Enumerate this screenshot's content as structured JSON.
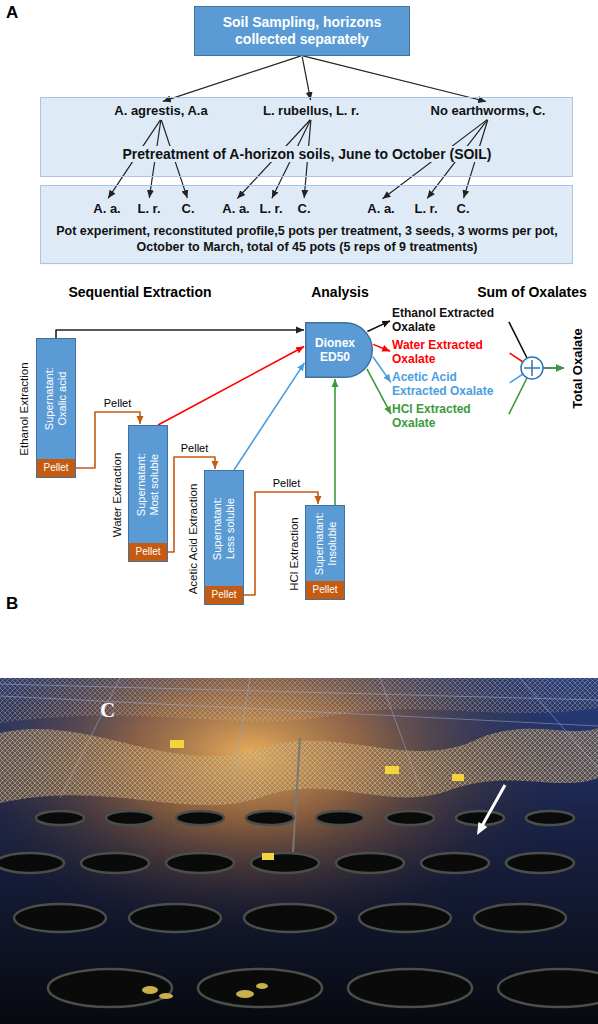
{
  "diagram": {
    "nodes": [
      {
        "text": [
          "Soil Sampling, horizons collected separately"
        ]
      },
      {
        "text": [
          "Pretreatment of A-horizon soils, June to October (SOIL)"
        ]
      },
      {
        "text": [
          "A. agrestis, A.a"
        ],
        "in": 1
      },
      {
        "text": [
          "L. rubellus, L. r."
        ],
        "in": 1
      },
      {
        "text": [
          "No earthworms, C."
        ],
        "in": 1
      },
      {
        "text": [
          "Pot experiment, reconstituted profile,5 pots per treatment, 3 seeds, 3 worms per pot, October to March, total of 45 pots (5 reps of 9 treatments)"
        ]
      },
      {
        "text": [
          "A. a."
        ],
        "in": 5
      },
      {
        "text": [
          "L. r."
        ],
        "in": 5
      },
      {
        "text": [
          "C."
        ],
        "in": 5
      },
      {
        "text": [
          "A. a."
        ],
        "in": 5
      },
      {
        "text": [
          "L. r."
        ],
        "in": 5
      },
      {
        "text": [
          "C."
        ],
        "in": 5
      },
      {
        "text": [
          "A. a."
        ],
        "in": 5
      },
      {
        "text": [
          "L. r."
        ],
        "in": 5
      },
      {
        "text": [
          "C."
        ],
        "in": 5
      },
      {
        "text": [
          "Ethanol Extraction",
          "Supernatant: Oxalic acid"
        ]
      },
      {
        "text": [
          "Pellet"
        ],
        "in": 15
      },
      {
        "text": [
          "Water Extraction",
          "Supernatant: Most soluble"
        ]
      },
      {
        "text": [
          "Pellet"
        ],
        "in": 17
      },
      {
        "text": [
          "Acetic Acid Extraction",
          "Supernatant: Less soluble"
        ]
      },
      {
        "text": [
          "Pellet"
        ],
        "in": 19
      },
      {
        "text": [
          "HCl Extraction",
          "Supernatant: Insoluble"
        ]
      },
      {
        "text": [
          "Pellet"
        ],
        "in": 21
      },
      {
        "text": [
          "Dionex ED50"
        ]
      },
      {
        "text": [
          "Ethanol Extracted Oxalate"
        ]
      },
      {
        "text": [
          "Water Extracted Oxalate"
        ]
      },
      {
        "text": [
          "Acetic Acid Extracted Oxalate"
        ]
      },
      {
        "text": [
          "HCl Extracted Oxalate"
        ]
      },
      {
        "text": [
          "Total Oxalate"
        ]
      }
    ],
    "edges": [
      {
        "from": 0,
        "to": 2,
        "arrow": "to"
      },
      {
        "from": 0,
        "to": 3,
        "arrow": "to"
      },
      {
        "from": 0,
        "to": 4,
        "arrow": "to"
      },
      {
        "from": 2,
        "to": 6,
        "arrow": "to"
      },
      {
        "from": 2,
        "to": 7,
        "arrow": "to"
      },
      {
        "from": 2,
        "to": 8,
        "arrow": "to"
      },
      {
        "from": 3,
        "to": 9,
        "arrow": "to"
      },
      {
        "from": 3,
        "to": 10,
        "arrow": "to"
      },
      {
        "from": 3,
        "to": 11,
        "arrow": "to"
      },
      {
        "from": 4,
        "to": 12,
        "arrow": "to"
      },
      {
        "from": 4,
        "to": 13,
        "arrow": "to"
      },
      {
        "from": 4,
        "to": 14,
        "arrow": "to"
      },
      {
        "from": 15,
        "to": 23,
        "arrow": "to"
      },
      {
        "from": 16,
        "to": 17,
        "label": "Pellet",
        "arrow": "to"
      },
      {
        "from": 17,
        "to": 23,
        "arrow": "to"
      },
      {
        "from": 18,
        "to": 19,
        "label": "Pellet",
        "arrow": "to"
      },
      {
        "from": 19,
        "to": 23,
        "arrow": "to"
      },
      {
        "from": 20,
        "to": 21,
        "label": "Pellet",
        "arrow": "to"
      },
      {
        "from": 21,
        "to": 23,
        "arrow": "to"
      },
      {
        "from": 23,
        "to": 24,
        "arrow": "to"
      },
      {
        "from": 23,
        "to": 25,
        "arrow": "to"
      },
      {
        "from": 23,
        "to": 26,
        "arrow": "to"
      },
      {
        "from": 23,
        "to": 27,
        "arrow": "to"
      },
      {
        "from": 24,
        "to": 28,
        "arrow": "to"
      },
      {
        "from": 25,
        "to": 28,
        "arrow": "to"
      },
      {
        "from": 26,
        "to": 28,
        "arrow": "to"
      },
      {
        "from": 27,
        "to": 28,
        "arrow": "to"
      }
    ],
    "labels": [
      "A",
      "Sequential Extraction",
      "Analysis",
      "Sum of Oxalates",
      "B",
      "C"
    ]
  }
}
